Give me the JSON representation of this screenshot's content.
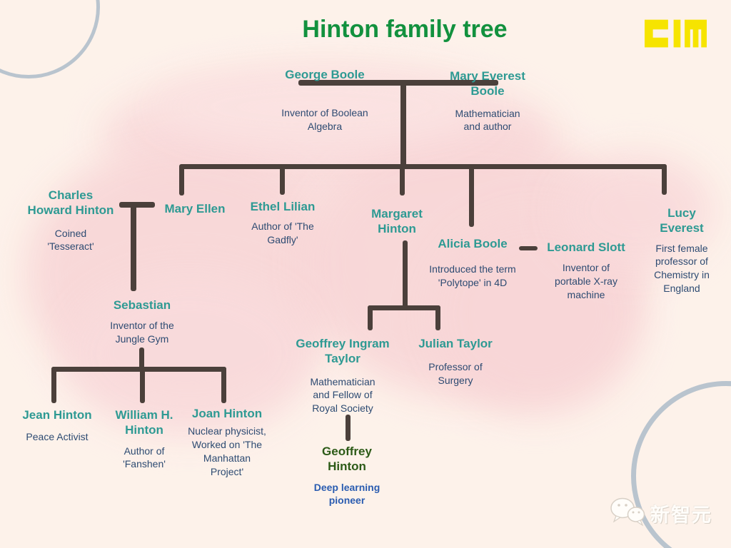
{
  "title": "Hinton family tree",
  "logo": {
    "alt": "AIM"
  },
  "watermark": {
    "text": "新智元",
    "icon": "wechat-icon"
  },
  "colors": {
    "background": "#fdf2ea",
    "watercolor_blob": "#f8d6d7",
    "name_teal": "#2e9a93",
    "description_navy": "#2d4b72",
    "title_green": "#12913e",
    "highlight_name_green": "#2c5a17",
    "highlight_desc_blue": "#2a5cb0",
    "connector_line": "#4b403b",
    "logo_yellow": "#f6e400",
    "decor_circle": "#b9c4ce"
  },
  "people": {
    "george_boole": {
      "name": "George Boole",
      "description": "Inventor of Boolean\nAlgebra"
    },
    "mary_everest_boole": {
      "name": "Mary Everest\nBoole",
      "description": "Mathematician\nand author"
    },
    "charles_howard_hinton": {
      "name": "Charles\nHoward Hinton",
      "description": "Coined\n'Tesseract'"
    },
    "mary_ellen": {
      "name": "Mary Ellen"
    },
    "ethel_lilian": {
      "name": "Ethel Lilian",
      "description": "Author of 'The\nGadfly'"
    },
    "margaret_hinton": {
      "name": "Margaret\nHinton"
    },
    "alicia_boole": {
      "name": "Alicia Boole",
      "description": "Introduced the term\n'Polytope' in 4D"
    },
    "leonard_slott": {
      "name": "Leonard Slott",
      "description": "Inventor of\nportable X-ray\nmachine"
    },
    "lucy_everest": {
      "name": "Lucy\nEverest",
      "description": "First female\nprofessor of\nChemistry in\nEngland"
    },
    "sebastian": {
      "name": "Sebastian",
      "description": "Inventor of the\nJungle Gym"
    },
    "jean_hinton": {
      "name": "Jean Hinton",
      "description": "Peace Activist"
    },
    "william_h_hinton": {
      "name": "William H.\nHinton",
      "description": "Author of\n'Fanshen'"
    },
    "joan_hinton": {
      "name": "Joan Hinton",
      "description": "Nuclear physicist,\nWorked on 'The\nManhattan\nProject'"
    },
    "geoffrey_ingram_taylor": {
      "name": "Geoffrey Ingram\nTaylor",
      "description": "Mathematician\nand Fellow of\nRoyal Society"
    },
    "julian_taylor": {
      "name": "Julian Taylor",
      "description": "Professor of\nSurgery"
    },
    "geoffrey_hinton": {
      "name": "Geoffrey\nHinton",
      "description": "Deep learning\npioneer"
    }
  }
}
